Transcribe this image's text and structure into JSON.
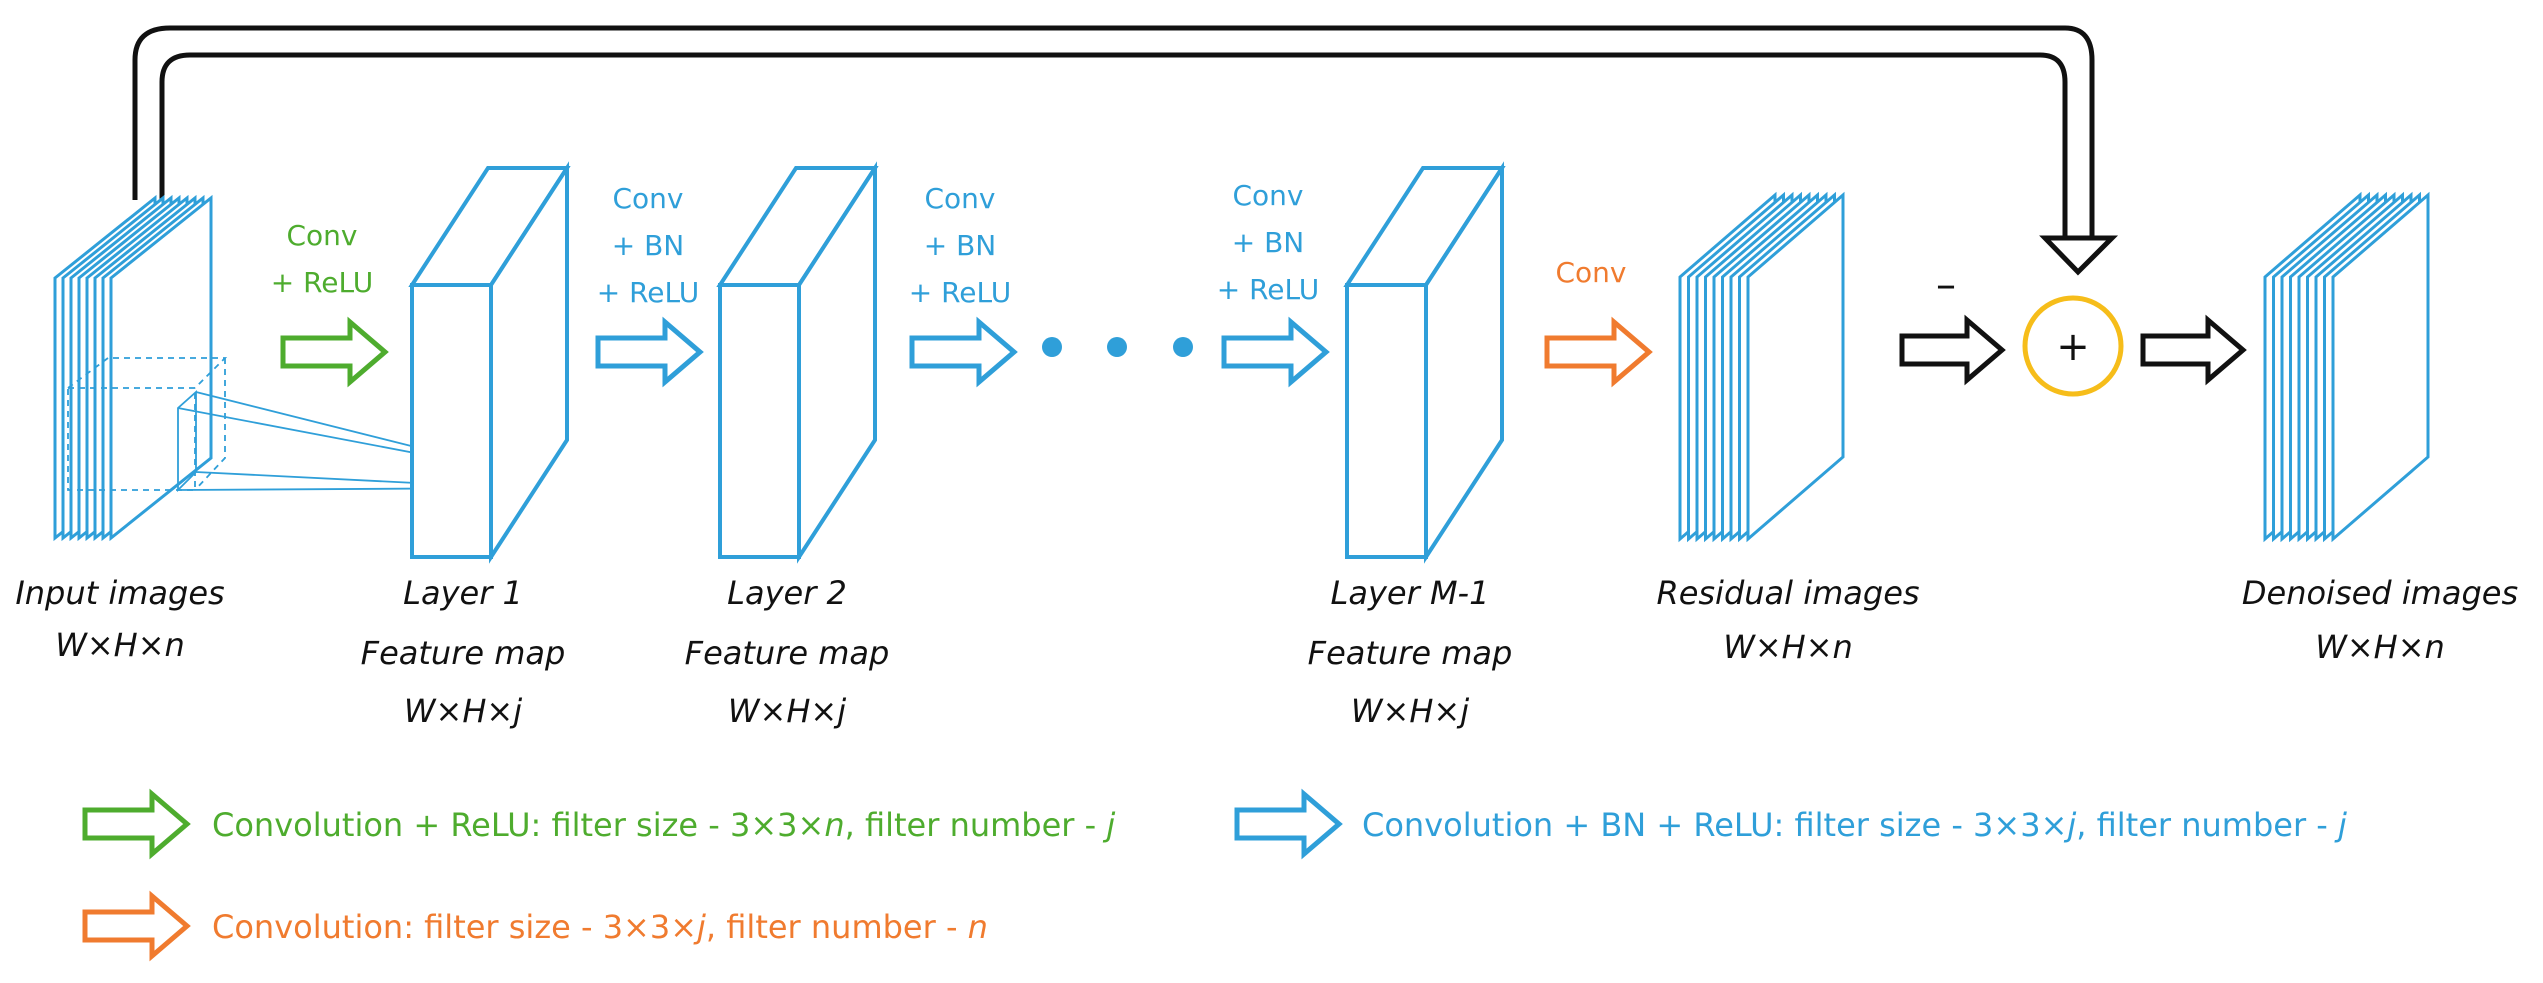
{
  "colors": {
    "green": "#4eac2e",
    "blue": "#2f9fd9",
    "orange": "#f07b2f",
    "black": "#111111",
    "sum_circle": "#f6bd1a"
  },
  "nodes": {
    "input": {
      "label": "Input images",
      "dims": "W×H×n"
    },
    "layer1": {
      "label": "Layer 1",
      "sub": "Feature map",
      "dims": "W×H×j"
    },
    "layer2": {
      "label": "Layer 2",
      "sub": "Feature map",
      "dims": "W×H×j"
    },
    "layerM1": {
      "label": "Layer M-1",
      "sub": "Feature map",
      "dims": "W×H×j"
    },
    "residual": {
      "label": "Residual images",
      "dims": "W×H×n"
    },
    "denoised": {
      "label": "Denoised images",
      "dims": "W×H×n"
    }
  },
  "operations": {
    "conv_relu": {
      "line1": "Conv",
      "line2": "+ ReLU"
    },
    "conv_bn_relu": {
      "line1": "Conv",
      "line2": "+ BN",
      "line3": "+ ReLU"
    },
    "conv": {
      "line1": "Conv"
    },
    "minus": "–",
    "plus": "+"
  },
  "legend": {
    "green": {
      "text": "Convolution + ReLU: filter size - 3×3×",
      "var1": "n",
      "mid": ", filter number - ",
      "var2": "j"
    },
    "blue": {
      "text": "Convolution + BN + ReLU: filter size - 3×3×",
      "var1": "j",
      "mid": ", filter number - ",
      "var2": "j"
    },
    "orange": {
      "text": "Convolution: filter size - 3×3×",
      "var1": "j",
      "mid": ", filter number - ",
      "var2": "n"
    }
  }
}
